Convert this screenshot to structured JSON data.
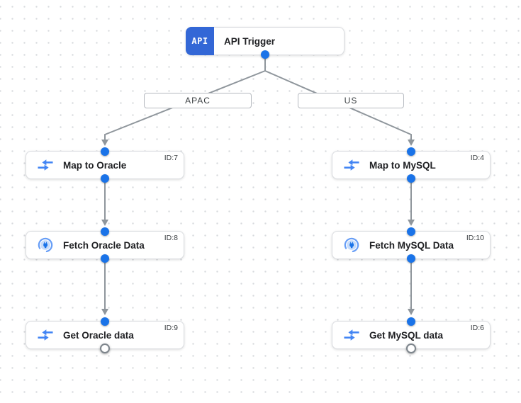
{
  "trigger": {
    "badge_label": "API",
    "title": "API Trigger"
  },
  "branches": [
    {
      "label": "APAC"
    },
    {
      "label": "US"
    }
  ],
  "nodes": [
    {
      "title": "Map to Oracle",
      "id_label": "ID:7",
      "icon": "data-mapping-icon"
    },
    {
      "title": "Fetch Oracle Data",
      "id_label": "ID:8",
      "icon": "connector-icon"
    },
    {
      "title": "Get Oracle data",
      "id_label": "ID:9",
      "icon": "data-mapping-icon"
    },
    {
      "title": "Map to MySQL",
      "id_label": "ID:4",
      "icon": "data-mapping-icon"
    },
    {
      "title": "Fetch MySQL Data",
      "id_label": "ID:10",
      "icon": "connector-icon"
    },
    {
      "title": "Get MySQL data",
      "id_label": "ID:6",
      "icon": "data-mapping-icon"
    }
  ],
  "colors": {
    "port_blue": "#1a73e8",
    "badge_blue": "#3367d6",
    "icon_blue": "#4285f4",
    "edge_gray": "#8f969c",
    "node_border": "#dadce0"
  }
}
